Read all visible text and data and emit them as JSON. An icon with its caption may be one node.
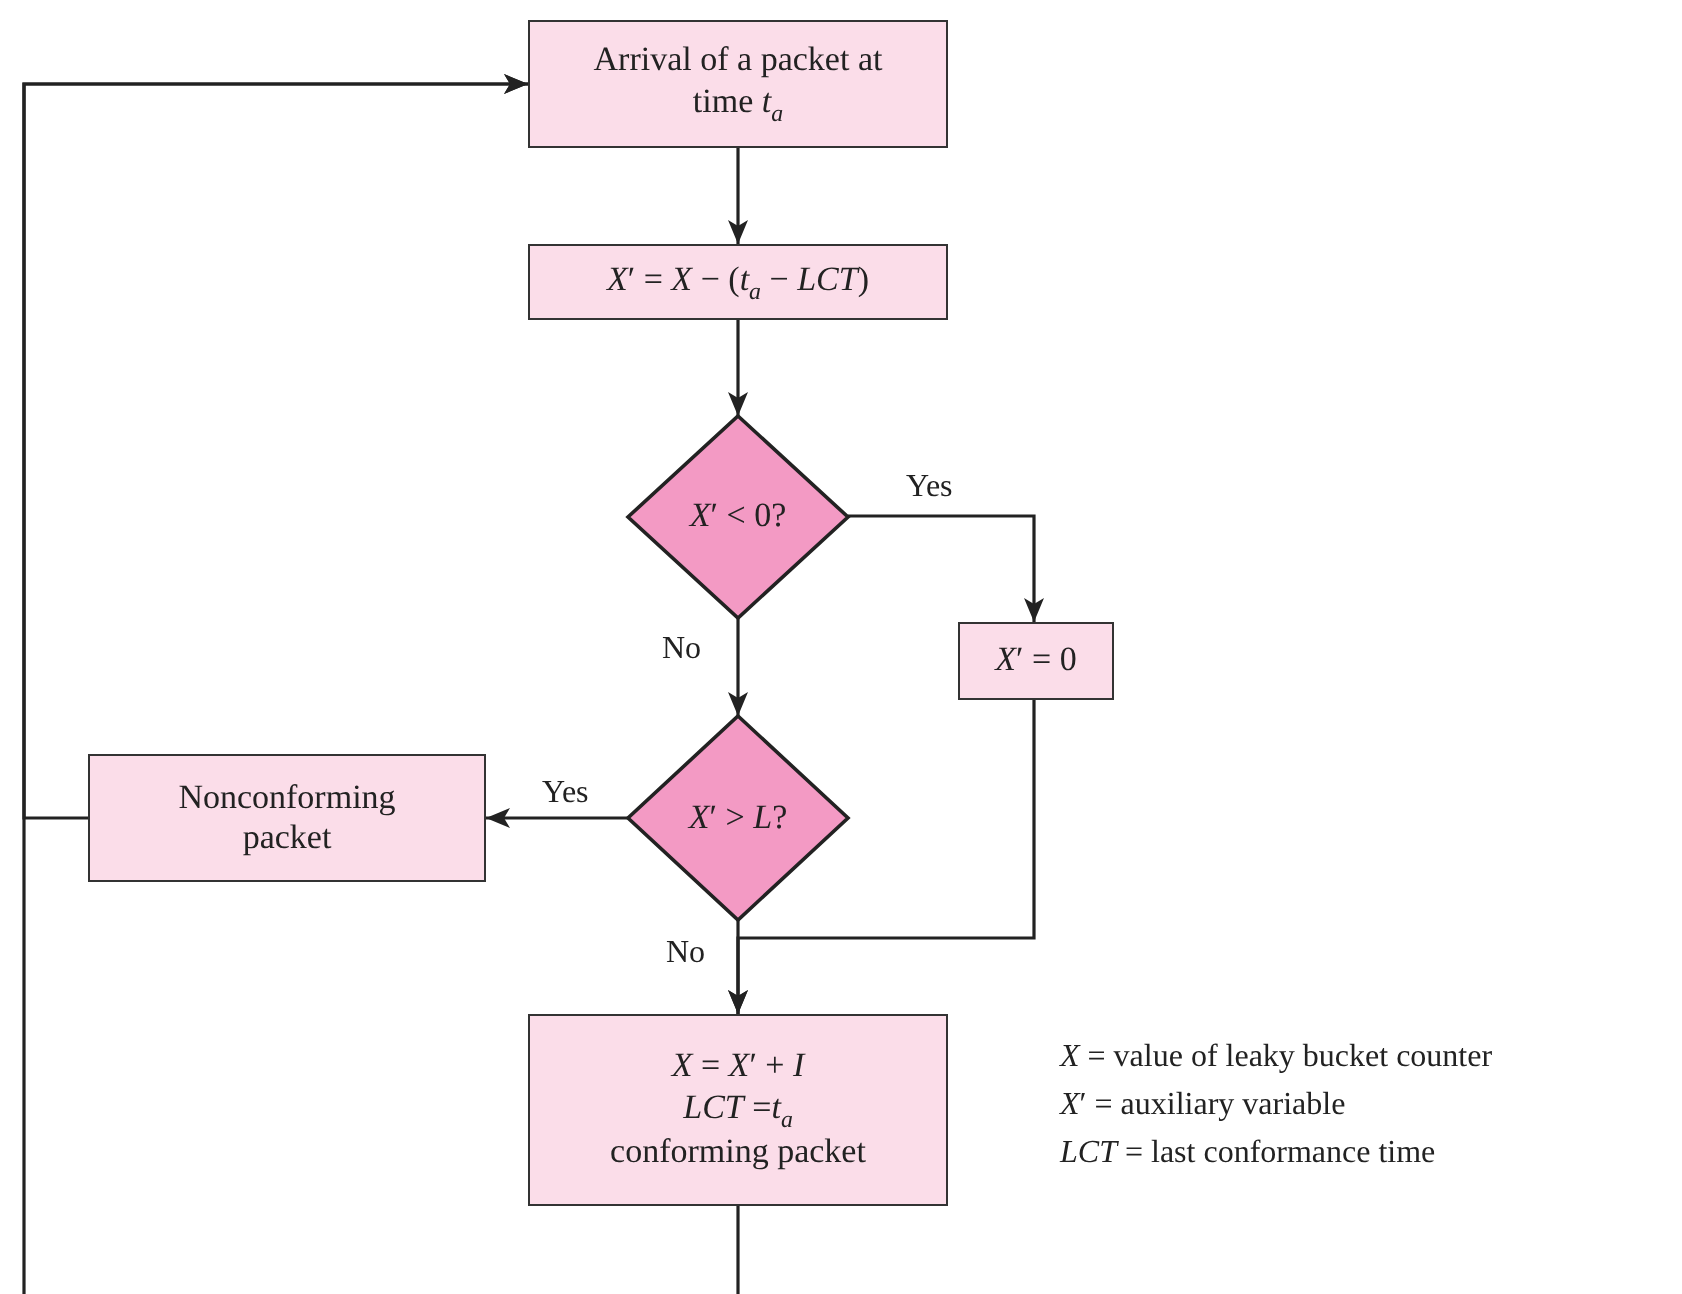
{
  "diagram": {
    "nodes": [
      {
        "text": [
          "Arrival of a packet at time *t*$_{a}$"
        ]
      },
      {
        "text": [
          "*X*′ = *X* − (*t*$_{a}$ − *LCT*)"
        ]
      },
      {
        "text": [
          "*X*′ < 0?"
        ]
      },
      {
        "text": [
          "*X*′ = 0"
        ]
      },
      {
        "text": [
          "*X*′ > *L*?"
        ]
      },
      {
        "text": [
          "Nonconforming packet"
        ]
      },
      {
        "text": [
          "*X* = *X*′ + *I*",
          "*LCT* =*t*$_{a}$",
          "conforming packet"
        ]
      }
    ],
    "edges": [
      {
        "from": 0,
        "to": 1,
        "arrow": "to"
      },
      {
        "from": 1,
        "to": 2,
        "arrow": "to"
      },
      {
        "from": 2,
        "to": 3,
        "arrow": "to",
        "label": "Yes"
      },
      {
        "from": 2,
        "to": 4,
        "arrow": "to",
        "label": "No"
      },
      {
        "from": 4,
        "to": 5,
        "arrow": "to",
        "label": "Yes"
      },
      {
        "from": 4,
        "to": 6,
        "arrow": "to",
        "label": "No"
      },
      {
        "from": 3,
        "to": 6,
        "arrow": "to"
      },
      {
        "from": 5,
        "to": 0,
        "arrow": "to"
      },
      {
        "from": null,
        "to": 0,
        "arrow": "to"
      },
      {
        "from": 6,
        "to": null,
        "arrow": "none"
      }
    ],
    "labels": [
      "*X* = value of leaky bucket counter",
      "*X*′ = auxiliary variable",
      "*LCT* = last conformance time"
    ]
  }
}
